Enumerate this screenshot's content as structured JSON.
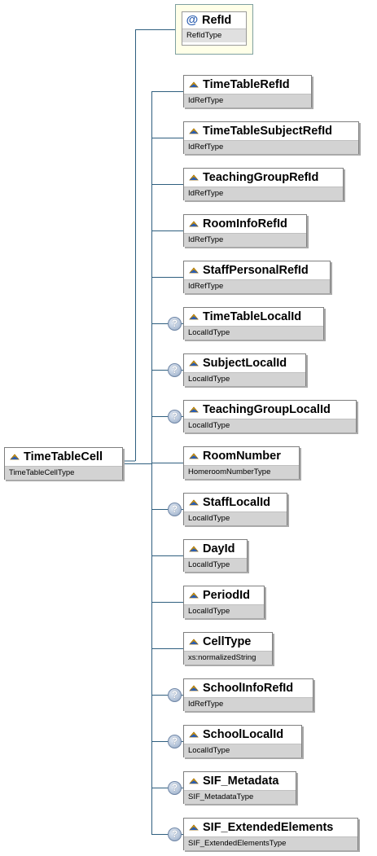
{
  "root": {
    "name": "TimeTableCell",
    "type": "TimeTableCellType"
  },
  "attribute": {
    "symbol": "@",
    "name": "RefId",
    "type": "RefIdType"
  },
  "optional_symbol": "?",
  "elements": [
    {
      "name": "TimeTableRefId",
      "type": "IdRefType",
      "optional": false
    },
    {
      "name": "TimeTableSubjectRefId",
      "type": "IdRefType",
      "optional": false
    },
    {
      "name": "TeachingGroupRefId",
      "type": "IdRefType",
      "optional": false
    },
    {
      "name": "RoomInfoRefId",
      "type": "IdRefType",
      "optional": false
    },
    {
      "name": "StaffPersonalRefId",
      "type": "IdRefType",
      "optional": false
    },
    {
      "name": "TimeTableLocalId",
      "type": "LocalIdType",
      "optional": true
    },
    {
      "name": "SubjectLocalId",
      "type": "LocalIdType",
      "optional": true
    },
    {
      "name": "TeachingGroupLocalId",
      "type": "LocalIdType",
      "optional": true
    },
    {
      "name": "RoomNumber",
      "type": "HomeroomNumberType",
      "optional": false
    },
    {
      "name": "StaffLocalId",
      "type": "LocalIdType",
      "optional": true
    },
    {
      "name": "DayId",
      "type": "LocalIdType",
      "optional": false
    },
    {
      "name": "PeriodId",
      "type": "LocalIdType",
      "optional": false
    },
    {
      "name": "CellType",
      "type": "xs:normalizedString",
      "optional": false
    },
    {
      "name": "SchoolInfoRefId",
      "type": "IdRefType",
      "optional": true
    },
    {
      "name": "SchoolLocalId",
      "type": "LocalIdType",
      "optional": true
    },
    {
      "name": "SIF_Metadata",
      "type": "SIF_MetadataType",
      "optional": true
    },
    {
      "name": "SIF_ExtendedElements",
      "type": "SIF_ExtendedElementsType",
      "optional": true
    }
  ]
}
